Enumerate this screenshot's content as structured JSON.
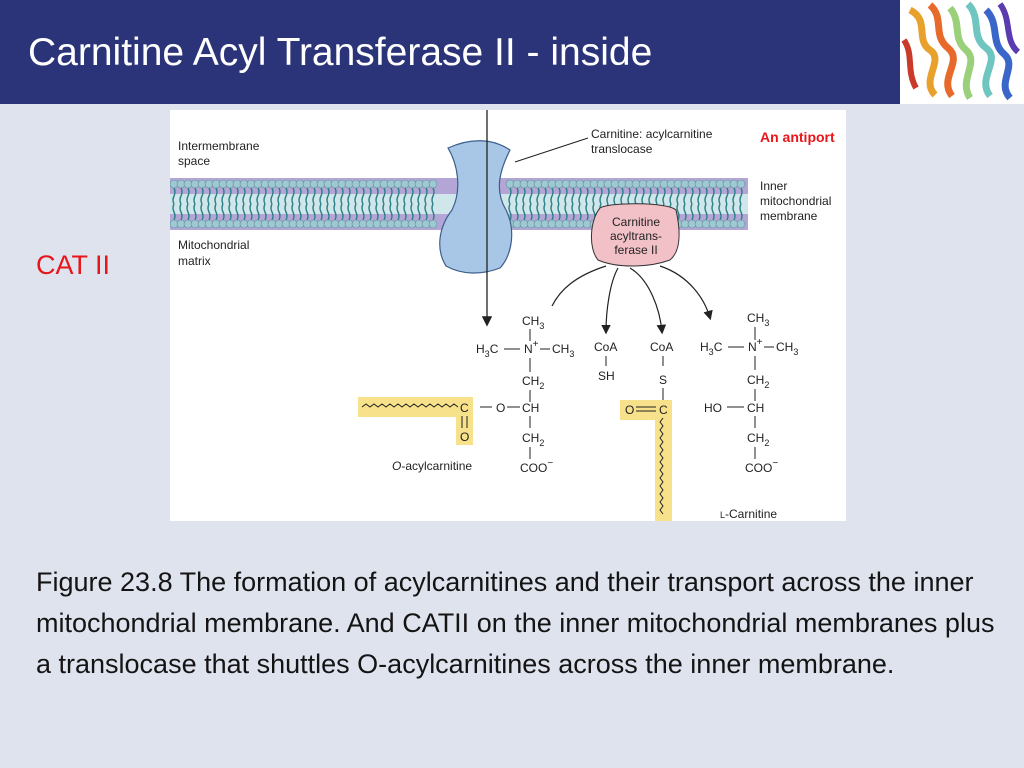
{
  "header": {
    "title": "Carnitine Acyl Transferase II - inside",
    "background_color": "#2b3478"
  },
  "side_label": "CAT II",
  "figure": {
    "antiport_note": "An antiport",
    "intermembrane_line1": "Intermembrane",
    "intermembrane_line2": "space",
    "matrix_line1": "Mitochondrial",
    "matrix_line2": "matrix",
    "translocase_line1": "Carnitine: acylcarnitine",
    "translocase_line2": "translocase",
    "membrane_line1": "Inner",
    "membrane_line2": "mitochondrial",
    "membrane_line3": "membrane",
    "enzyme_line1": "Carnitine",
    "enzyme_line2": "acyltrans-",
    "enzyme_line3": "ferase II",
    "acylcarnitine_italic": "O",
    "acylcarnitine_rest": "-acylcarnitine",
    "carnitine_prefix": "L",
    "carnitine_rest": "-Carnitine",
    "atoms": {
      "ch3": "CH",
      "h3c": "H",
      "n": "N",
      "ch2": "CH",
      "ch": "CH",
      "c": "C",
      "o": "O",
      "coa": "CoA",
      "sh": "SH",
      "s": "S",
      "ho": "HO",
      "coo": "COO",
      "sub3": "3",
      "sub2": "2",
      "plus": "+",
      "minus": "−"
    },
    "colors": {
      "membrane_head": "#9fc9d2",
      "membrane_tail": "#2b7f86",
      "membrane_lipid": "#b3a6d6",
      "translocase": "#a8c6e6",
      "enzyme": "#f2c1c8",
      "acyl_highlight": "#f7e18a",
      "red_text": "#e8151b"
    }
  },
  "caption": "Figure 23.8  The formation of acylcarnitines and their transport across the inner mitochondrial membrane.  And CATII on the inner mitochondrial membranes plus a translocase that shuttles O-acylcarnitines across the inner membrane."
}
